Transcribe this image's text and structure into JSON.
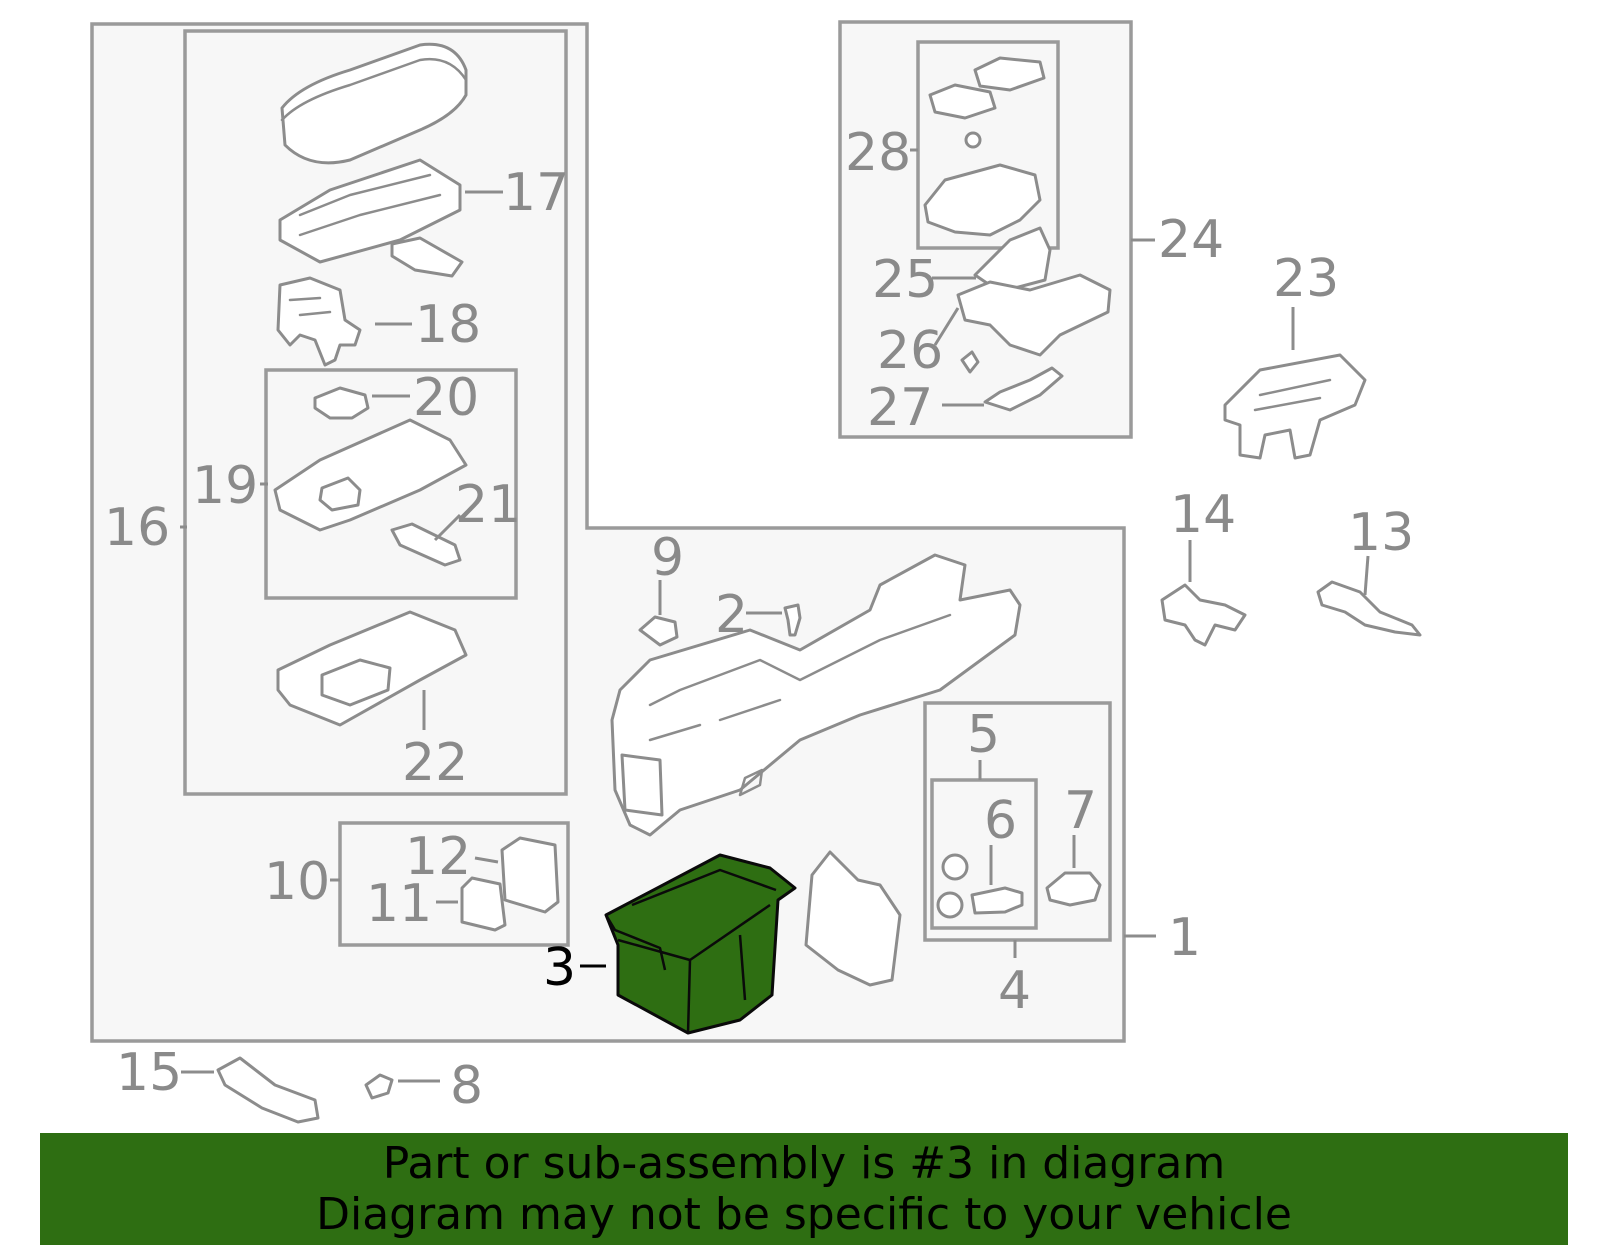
{
  "callouts": {
    "c1": "1",
    "c2": "2",
    "c3": "3",
    "c4": "4",
    "c5": "5",
    "c6": "6",
    "c7": "7",
    "c8": "8",
    "c9": "9",
    "c10": "10",
    "c11": "11",
    "c12": "12",
    "c13": "13",
    "c14": "14",
    "c15": "15",
    "c16": "16",
    "c17": "17",
    "c18": "18",
    "c19": "19",
    "c20": "20",
    "c21": "21",
    "c22": "22",
    "c23": "23",
    "c24": "24",
    "c25": "25",
    "c26": "26",
    "c27": "27",
    "c28": "28"
  },
  "highlighted_part": "3",
  "banner": {
    "line1": "Part or sub-assembly is #3 in diagram",
    "line2": "Diagram may not be specific to your vehicle"
  },
  "colors": {
    "highlight": "#2e6e12",
    "banner": "#2e6e12",
    "outline": "#9a9a9a"
  }
}
